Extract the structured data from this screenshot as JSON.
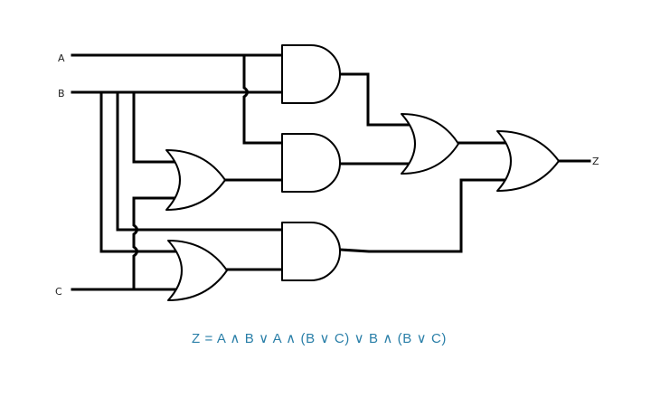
{
  "diagram": {
    "labels": {
      "input_a": "A",
      "input_b": "B",
      "input_c": "C",
      "output_z": "Z"
    },
    "expression": "Z = A ∧ B ∨ A ∧ (B ∨ C) ∨ B ∧ (B ∨ C)",
    "colors": {
      "wire": "#000000",
      "expression_text": "#2a7fa8"
    }
  }
}
